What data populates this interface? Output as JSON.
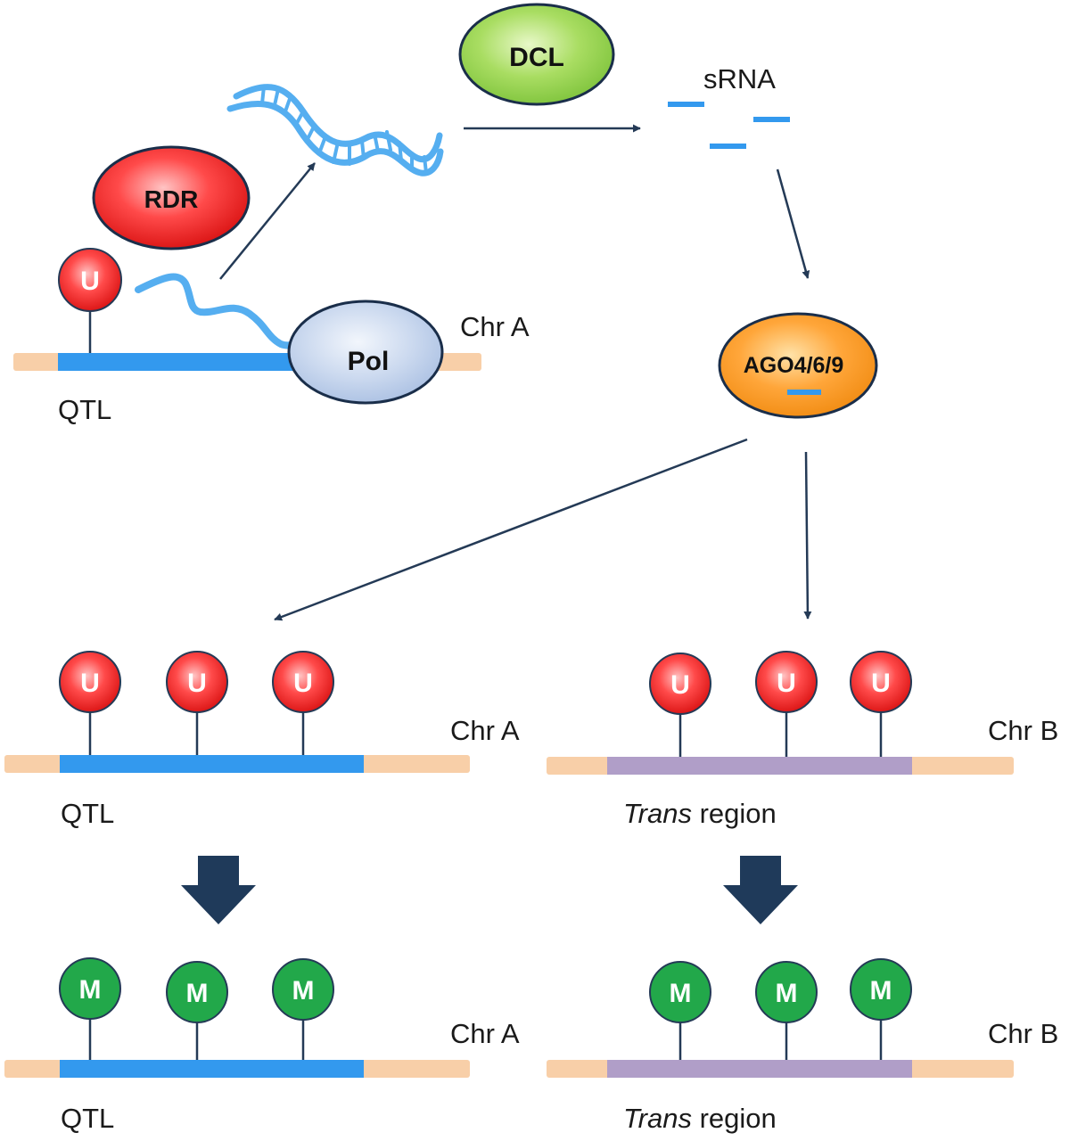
{
  "colors": {
    "flank": "#f8cfa8",
    "qtl_bar": "#3399ee",
    "trans_bar": "#b09ec8",
    "unmethylated": "#e01b1b",
    "methylated": "#22a84a",
    "arrow": "#243a56",
    "rna": "#55aef0"
  },
  "icons": {
    "dsrna": "double-stranded-rna-icon",
    "ssrna": "single-stranded-rna-icon",
    "block_arrow": "down-block-arrow-icon"
  },
  "proteins": {
    "dcl": "DCL",
    "rdr": "RDR",
    "pol": "Pol",
    "ago": "AGO4/6/9"
  },
  "labels": {
    "srna": "sRNA",
    "chr_a_top": "Chr A",
    "qtl_top": "QTL",
    "chr_a_mid": "Chr A",
    "qtl_mid": "QTL",
    "chr_b_mid": "Chr B",
    "trans_mid_italic": "Trans",
    "trans_mid_rest": " region",
    "chr_a_bottom": "Chr A",
    "qtl_bottom": "QTL",
    "chr_b_bottom": "Chr B",
    "trans_bottom_italic": "Trans",
    "trans_bottom_rest": " region"
  },
  "marks": {
    "u": "U",
    "m": "M"
  }
}
